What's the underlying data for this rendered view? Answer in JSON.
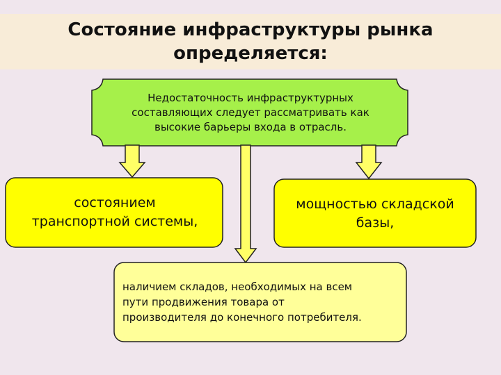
{
  "title": {
    "line1": "Состояние инфраструктуры рынка",
    "line2": "определяется:"
  },
  "top_box": {
    "line1": "Недостаточность инфраструктурных",
    "line2": "составляющих следует рассматривать как",
    "line3": "высокие барьеры входа в отрасль."
  },
  "left_box": {
    "line1": "состоянием",
    "line2": "транспортной системы,"
  },
  "right_box": {
    "line1": "мощностью складской",
    "line2": "базы,"
  },
  "bottom_box": {
    "line1": "наличием складов, необходимых на всем",
    "line2": "пути продвижения товара от",
    "line3": "производителя до конечного потребителя."
  },
  "colors": {
    "background": "#f0e6ed",
    "title_band": "#f8ecd8",
    "top_box_fill": "#a6f04a",
    "side_box_fill": "#ffff00",
    "bottom_box_fill": "#ffff99",
    "arrow_fill": "#ffff66"
  }
}
